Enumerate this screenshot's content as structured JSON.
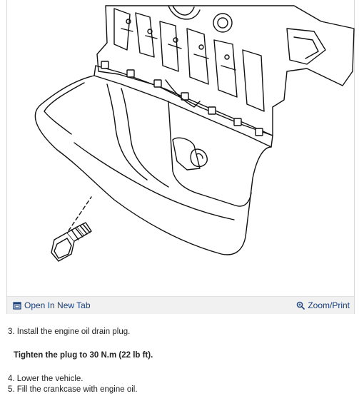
{
  "figure": {
    "open_tab_label": "Open In New Tab",
    "zoom_print_label": "Zoom/Print",
    "toolbar_bg": "#f1f1f1",
    "link_color": "#1a3f7a",
    "icons": {
      "open_tab": "open-new-tab-icon",
      "zoom": "magnifier-icon"
    }
  },
  "steps": {
    "step3": "3. Install the engine oil drain plug.",
    "spec": "Tighten the plug to 30 N.m (22 lb ft).",
    "step4": "4. Lower the vehicle.",
    "step5": "5. Fill the crankcase with engine oil."
  }
}
